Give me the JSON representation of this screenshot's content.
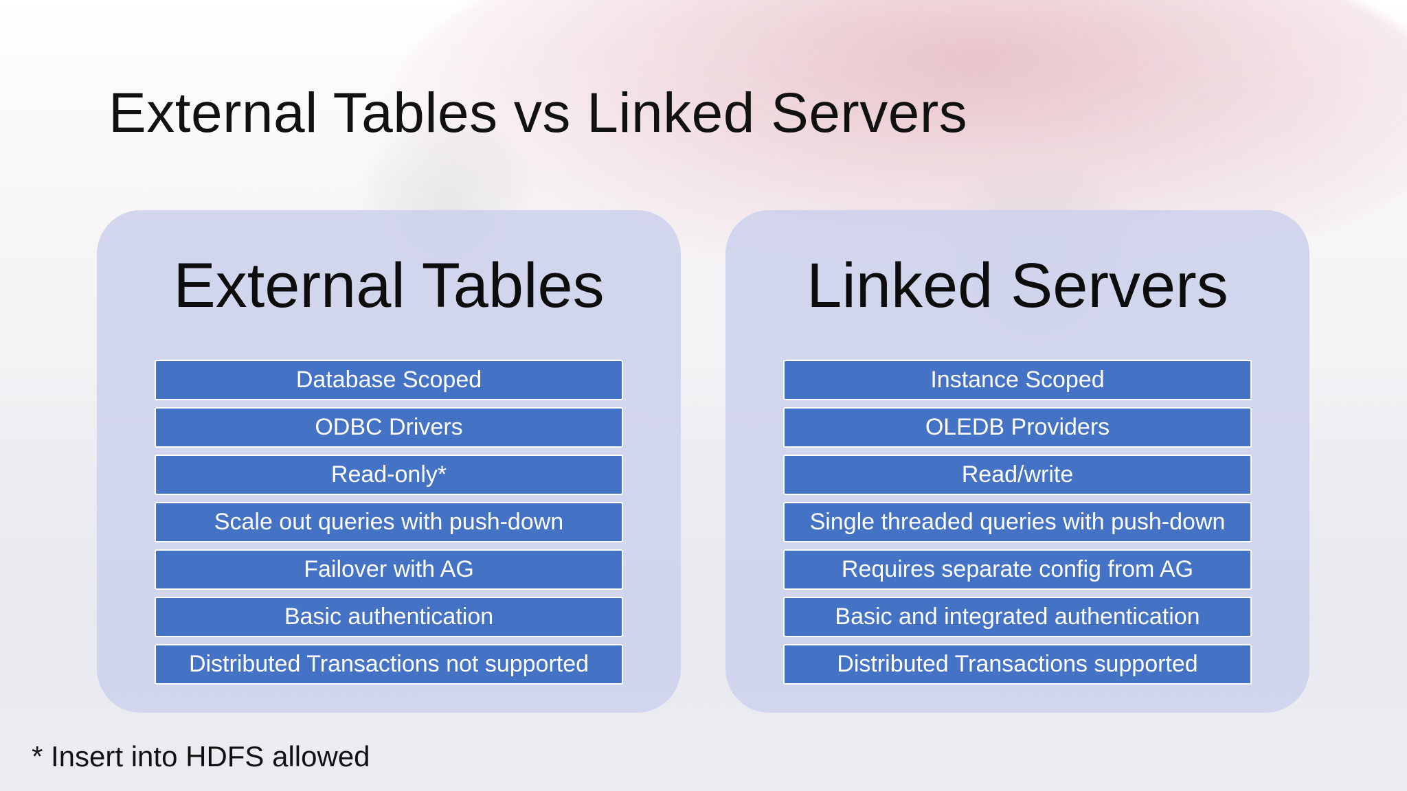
{
  "slide": {
    "title": "External Tables vs Linked Servers",
    "footnote": "* Insert into HDFS allowed"
  },
  "panels": [
    {
      "heading": "External Tables",
      "items": [
        "Database Scoped",
        "ODBC Drivers",
        "Read-only*",
        "Scale out queries with push-down",
        "Failover with AG",
        "Basic authentication",
        "Distributed Transactions not supported"
      ]
    },
    {
      "heading": "Linked Servers",
      "items": [
        "Instance Scoped",
        "OLEDB Providers",
        "Read/write",
        "Single threaded queries with push-down",
        "Requires separate config from AG",
        "Basic and integrated authentication",
        "Distributed Transactions supported"
      ]
    }
  ],
  "colors": {
    "item_fill": "#4472c4",
    "item_text": "#ffffff",
    "panel_fill": "#cdd2ec"
  }
}
